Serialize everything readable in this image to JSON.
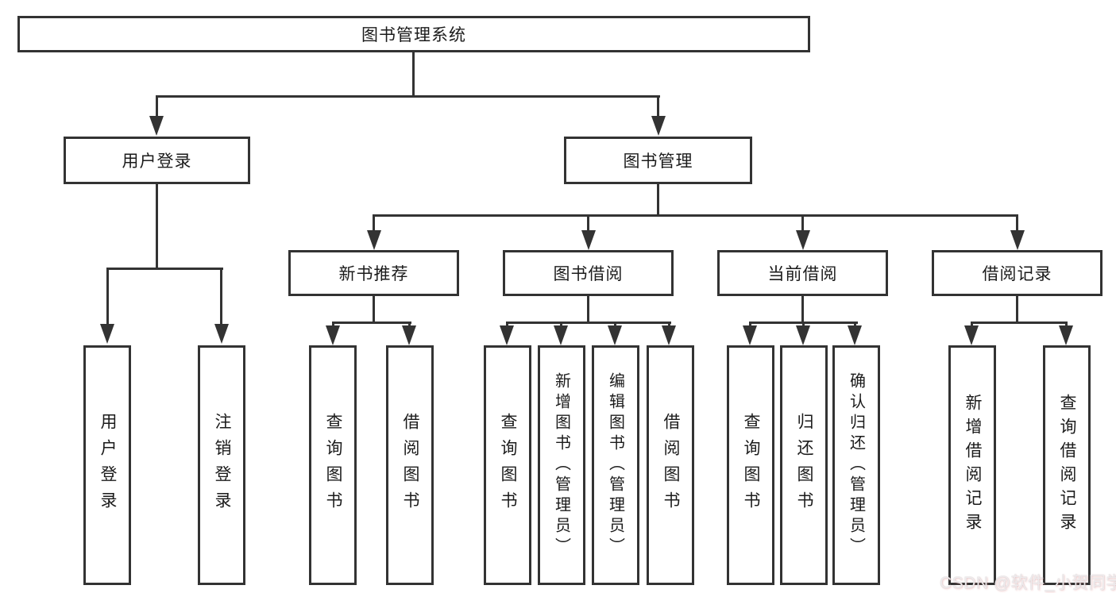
{
  "page": {
    "background": "#ffffff"
  },
  "diagram": {
    "type": "hierarchy-tree",
    "line_color": "#333333",
    "root": {
      "label": "图书管理系统"
    },
    "branches": [
      {
        "label": "用户登录",
        "children": [
          {
            "label": "用户登录"
          },
          {
            "label": "注销登录"
          }
        ]
      },
      {
        "label": "图书管理",
        "groups": [
          {
            "label": "新书推荐",
            "children": [
              {
                "label": "查询图书"
              },
              {
                "label": "借阅图书"
              }
            ]
          },
          {
            "label": "图书借阅",
            "children": [
              {
                "label": "查询图书"
              },
              {
                "label": "新增图书（管理员）"
              },
              {
                "label": "编辑图书（管理员）"
              },
              {
                "label": "借阅图书"
              }
            ]
          },
          {
            "label": "当前借阅",
            "children": [
              {
                "label": "查询图书"
              },
              {
                "label": "归还图书"
              },
              {
                "label": "确认归还（管理员）"
              }
            ]
          },
          {
            "label": "借阅记录",
            "children": [
              {
                "label": "新增借阅记录"
              },
              {
                "label": "查询借阅记录"
              }
            ]
          }
        ]
      }
    ]
  },
  "watermark": {
    "text": "CSDN @软件_小贺同学",
    "color": "#ece9eb"
  }
}
